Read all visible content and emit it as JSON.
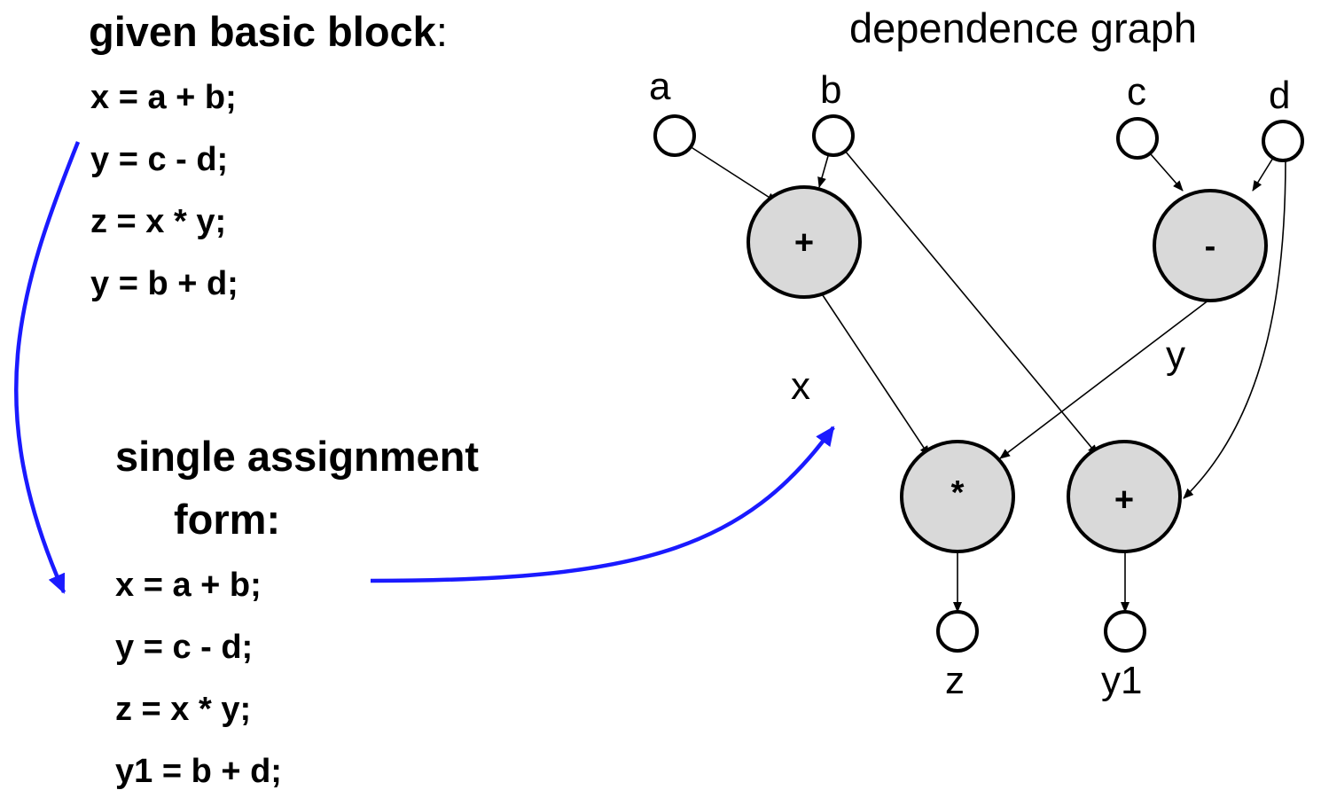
{
  "left": {
    "given_heading": "given basic block",
    "given_colon": ":",
    "given_lines": [
      "x = a + b;",
      "y = c - d;",
      "z = x * y;",
      "y = b + d;"
    ],
    "ssa_heading_line1": "single assignment",
    "ssa_heading_line2": "form:",
    "ssa_lines": [
      "x = a + b;",
      "y = c - d;",
      "z = x * y;",
      "y1 = b + d;"
    ]
  },
  "graph": {
    "title": "dependence graph",
    "inputs": {
      "a": "a",
      "b": "b",
      "c": "c",
      "d": "d"
    },
    "ops": {
      "plus_top": "+",
      "minus": "-",
      "times": "*",
      "plus_bottom": "+"
    },
    "edge_labels": {
      "x": "x",
      "y": "y"
    },
    "outputs": {
      "z": "z",
      "y1": "y1"
    }
  },
  "colors": {
    "flow_arrow": "#1a1aff",
    "op_node_fill": "#d9d9d9",
    "stroke": "#000000"
  }
}
